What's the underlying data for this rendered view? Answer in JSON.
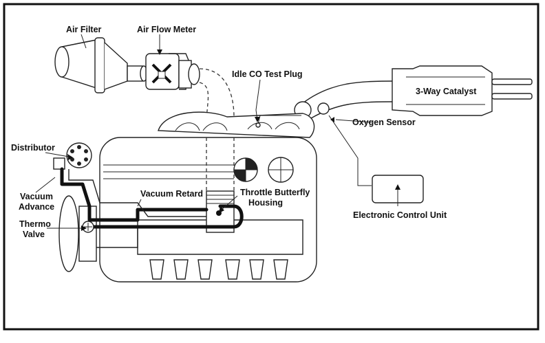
{
  "labels": {
    "air_filter": "Air Filter",
    "air_flow_meter": "Air Flow Meter",
    "idle_co_test_plug": "Idle CO Test Plug",
    "three_way_catalyst": "3-Way Catalyst",
    "oxygen_sensor": "Oxygen Sensor",
    "distributor": "Distributor",
    "vacuum_advance_1": "Vacuum",
    "vacuum_advance_2": "Advance",
    "vacuum_retard": "Vacuum Retard",
    "throttle_butterfly_1": "Throttle Butterfly",
    "throttle_butterfly_2": "Housing",
    "thermo_valve_1": "Thermo",
    "thermo_valve_2": "Valve",
    "electronic_control_unit": "Electronic Control Unit"
  }
}
